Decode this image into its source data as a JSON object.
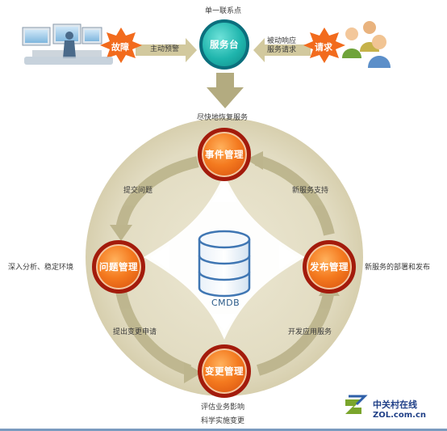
{
  "top": {
    "single_contact_point": "单一联系点",
    "service_desk": "服务台",
    "fault": "故障",
    "request": "请求",
    "proactive_warning": "主动预警",
    "passive_response_line1": "被动响应",
    "passive_response_line2": "服务请求",
    "restore_service": "尽快地恢复服务"
  },
  "nodes": {
    "incident": "事件管理",
    "problem": "问题管理",
    "release": "发布管理",
    "change": "变更管理"
  },
  "edge_labels": {
    "submit_problem": "提交问题",
    "new_service_support": "新服务支持",
    "submit_change_request": "提出变更申请",
    "develop_application_service": "开发应用服务",
    "deep_analysis": "深入分析、稳定环境",
    "new_service_deploy": "新服务的部署和发布",
    "assess_impact": "评估业务影响",
    "implement_change": "科学实施变更"
  },
  "cmdb": {
    "label": "CMDB"
  },
  "logo": {
    "cn": "中关村在线",
    "en": "ZOL.com.cn"
  },
  "colors": {
    "ring": "#d9d2b4",
    "arrow": "#bdb58d",
    "node_orange": "#f47a1f",
    "node_border": "#a31b0c",
    "service_desk_teal": "#1fb5ad",
    "burst_orange": "#f26b1d",
    "cmdb_blue": "#3f76b3"
  },
  "icons": [
    "computer-workstation-icon",
    "people-group-icon",
    "database-icon",
    "zol-logo-icon"
  ]
}
